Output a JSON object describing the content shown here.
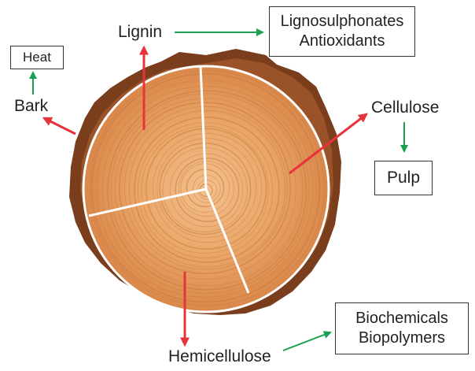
{
  "labels": {
    "heat": "Heat",
    "bark": "Bark",
    "lignin": "Lignin",
    "lignosulphonates": "Lignosulphonates",
    "antioxidants": "Antioxidants",
    "cellulose": "Cellulose",
    "pulp": "Pulp",
    "hemicellulose": "Hemicellulose",
    "biochemicals": "Biochemicals",
    "biopolymers": "Biopolymers"
  },
  "colors": {
    "red_arrow": "#e8333c",
    "green_arrow": "#1aa150",
    "bark": "#7a3e1c",
    "wood": "#e79c5e",
    "ring": "#c9783e",
    "divider": "#ffffff"
  }
}
